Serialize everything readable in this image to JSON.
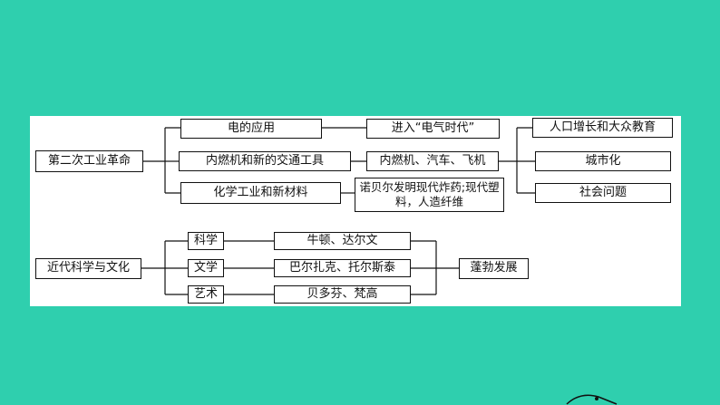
{
  "colors": {
    "background": "#2fcfae",
    "panel": "#ffffff",
    "line": "#111111"
  },
  "diagram": {
    "section1": {
      "root": "第二次工业革命",
      "branches": [
        "电的应用",
        "内燃机和新的交通工具",
        "化学工业和新材料"
      ],
      "results": [
        "进入“电气时代”",
        "内燃机、汽车、飞机",
        "诺贝尔发明现代炸药;现代塑料，人造纤维"
      ],
      "impacts": [
        "人口增长和大众教育",
        "城市化",
        "社会问题"
      ]
    },
    "section2": {
      "root": "近代科学与文化",
      "branches": [
        "科学",
        "文学",
        "艺术"
      ],
      "people": [
        "牛顿、达尔文",
        "巴尔扎克、托尔斯泰",
        "贝多芬、梵高"
      ],
      "outcome": "蓬勃发展"
    }
  }
}
